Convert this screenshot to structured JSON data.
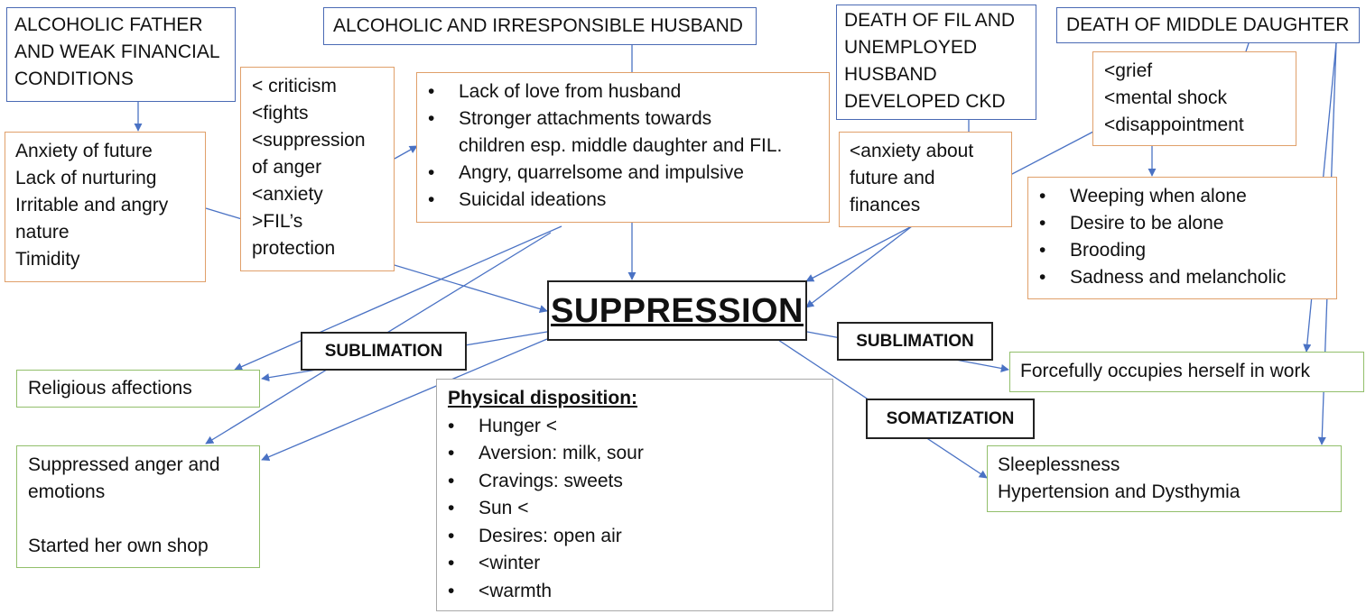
{
  "center": {
    "title": "SUPPRESSION"
  },
  "causes": {
    "father": [
      "ALCOHOLIC FATHER",
      "AND WEAK FINANCIAL",
      "CONDITIONS"
    ],
    "husband": "ALCOHOLIC AND IRRESPONSIBLE HUSBAND",
    "fil": [
      "DEATH OF FIL AND",
      "UNEMPLOYED",
      "HUSBAND",
      "DEVELOPED CKD"
    ],
    "daughter": "DEATH OF MIDDLE DAUGHTER"
  },
  "effects": {
    "childhood": [
      "Anxiety of future",
      "Lack of nurturing",
      "Irritable and angry",
      "nature",
      "Timidity"
    ],
    "modalities": [
      "< criticism",
      "<fights",
      "<suppression",
      "of anger",
      "<anxiety",
      ">FIL’s",
      "protection"
    ],
    "traits": [
      "Lack of love from husband",
      "Stronger attachments towards",
      "children esp. middle daughter and FIL.",
      "Angry, quarrelsome and impulsive",
      "Suicidal ideations"
    ],
    "fil_anxiety": [
      "<anxiety about",
      "future and",
      "finances"
    ],
    "grief": [
      "<grief",
      "<mental shock",
      "<disappointment"
    ],
    "grief_signs": [
      "Weeping when alone",
      "Desire to be alone",
      "Brooding",
      "Sadness and melancholic"
    ]
  },
  "mechanisms": {
    "sublimation_left": "SUBLIMATION",
    "sublimation_right": "SUBLIMATION",
    "somatization": "SOMATIZATION"
  },
  "outcomes": {
    "religious": "Religious affections",
    "anger": [
      "Suppressed anger and",
      "emotions",
      "",
      "Started her own shop"
    ],
    "work": "Forcefully occupies herself in work",
    "somatic": [
      "Sleeplessness",
      "Hypertension and Dysthymia"
    ]
  },
  "physical": {
    "title": "Physical disposition:",
    "items": [
      "Hunger <",
      "Aversion: milk, sour",
      "Cravings: sweets",
      "Sun <",
      "Desires: open air",
      "<winter",
      "<warmth"
    ]
  },
  "colors": {
    "arrow": "#4a72c4",
    "cause_border": "#4a6ab4",
    "effect_border": "#e0a06a",
    "outcome_border": "#92bf6b"
  }
}
